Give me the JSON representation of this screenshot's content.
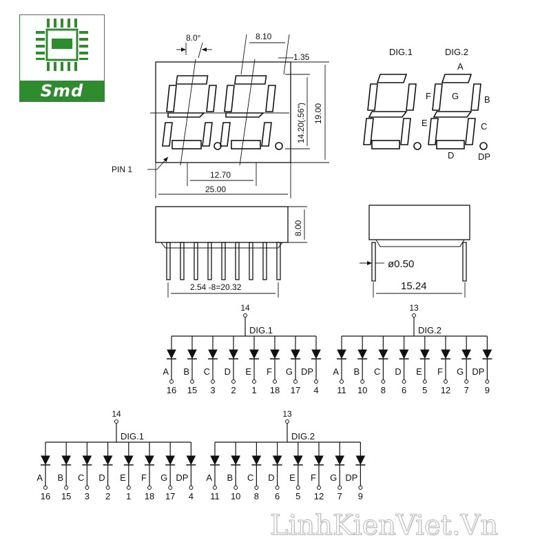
{
  "logo": {
    "text": "Smd"
  },
  "watermark": "LinhKienViet.Vn",
  "front_view": {
    "dim_slant": "8.0°",
    "dim_digit_width": "8.10",
    "dim_segment_offset": "1.35",
    "dim_digit_height": "14.20(.56\")",
    "dim_body_height": "19.00",
    "dim_digit_pitch": "12.70",
    "dim_body_width": "25.00",
    "pin1_label": "PIN 1"
  },
  "segment_map": {
    "dig1": "DIG.1",
    "dig2": "DIG.2",
    "seg_a": "A",
    "seg_b": "B",
    "seg_c": "C",
    "seg_d": "D",
    "seg_e": "E",
    "seg_f": "F",
    "seg_g": "G",
    "seg_dp": "DP"
  },
  "bottom_view": {
    "dim_height": "8.00",
    "dim_pin_span": "2.54 -8=20.32"
  },
  "side_view": {
    "dim_pin_diameter": "ø0.50",
    "dim_row_spacing": "15.24"
  },
  "schematic_top": {
    "dig1": {
      "common_pin": "14",
      "label": "DIG.1",
      "segments": [
        "A",
        "B",
        "C",
        "D",
        "E",
        "F",
        "G",
        "DP"
      ],
      "pins": [
        "16",
        "15",
        "3",
        "2",
        "1",
        "18",
        "17",
        "4"
      ]
    },
    "dig2": {
      "common_pin": "13",
      "label": "DIG.2",
      "segments": [
        "A",
        "B",
        "C",
        "D",
        "E",
        "F",
        "G",
        "DP"
      ],
      "pins": [
        "11",
        "10",
        "8",
        "6",
        "5",
        "12",
        "7",
        "9"
      ]
    }
  },
  "schematic_bottom": {
    "dig1": {
      "common_pin": "14",
      "label": "DIG.1",
      "segments": [
        "A",
        "B",
        "C",
        "D",
        "E",
        "F",
        "G",
        "DP"
      ],
      "pins": [
        "16",
        "15",
        "3",
        "2",
        "1",
        "18",
        "17",
        "4"
      ]
    },
    "dig2": {
      "common_pin": "13",
      "label": "DIG.2",
      "segments": [
        "A",
        "B",
        "C",
        "D",
        "E",
        "F",
        "G",
        "DP"
      ],
      "pins": [
        "11",
        "10",
        "8",
        "6",
        "5",
        "12",
        "7",
        "9"
      ]
    }
  }
}
